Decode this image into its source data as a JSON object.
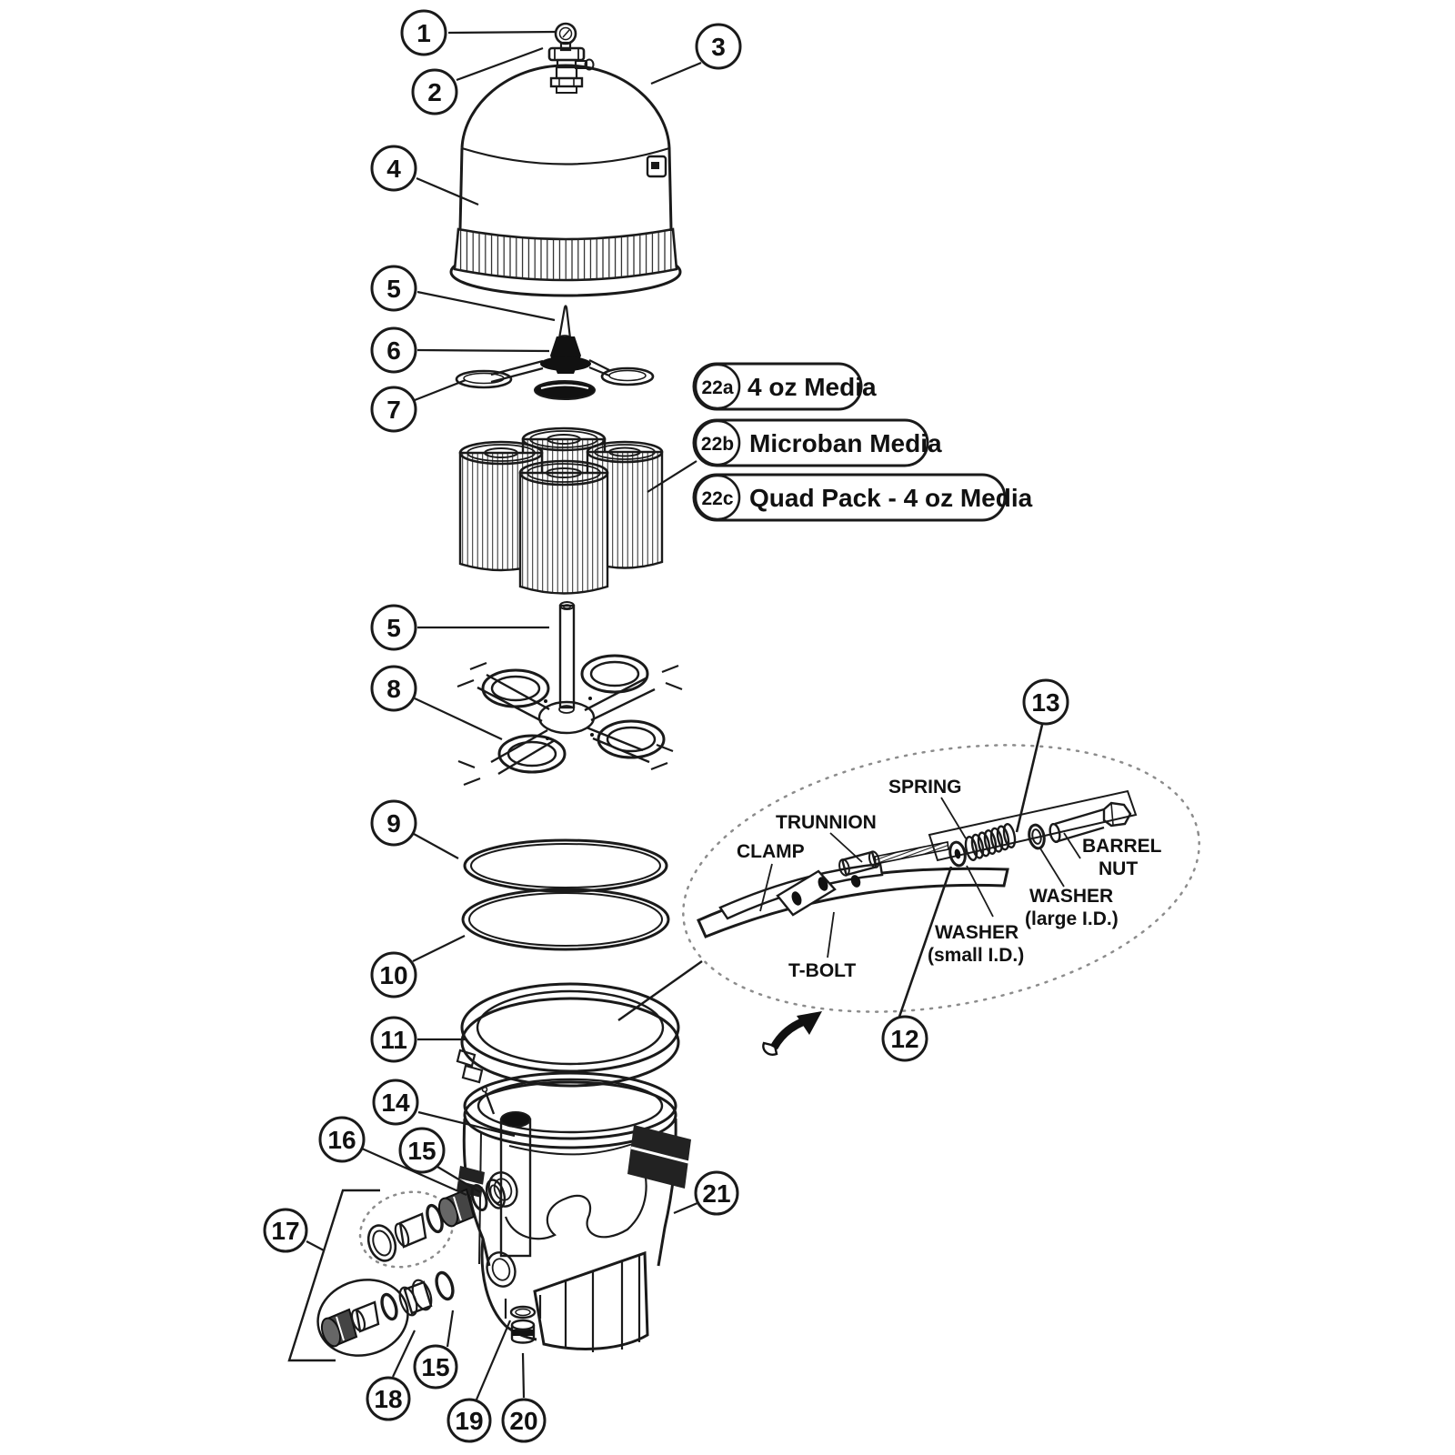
{
  "diagram_type": "exploded-parts-diagram",
  "colors": {
    "ink": "#1a1a1a",
    "dashed": "#8c8c8c",
    "background": "#ffffff"
  },
  "callouts": [
    {
      "num": "1"
    },
    {
      "num": "2"
    },
    {
      "num": "3"
    },
    {
      "num": "4"
    },
    {
      "num": "5"
    },
    {
      "num": "6"
    },
    {
      "num": "7"
    },
    {
      "num": "5"
    },
    {
      "num": "8"
    },
    {
      "num": "9"
    },
    {
      "num": "10"
    },
    {
      "num": "11"
    },
    {
      "num": "12"
    },
    {
      "num": "13"
    },
    {
      "num": "14"
    },
    {
      "num": "15"
    },
    {
      "num": "16"
    },
    {
      "num": "17"
    },
    {
      "num": "15"
    },
    {
      "num": "18"
    },
    {
      "num": "19"
    },
    {
      "num": "20"
    },
    {
      "num": "21"
    }
  ],
  "media_options": [
    {
      "id": "22a",
      "label": "4 oz Media"
    },
    {
      "id": "22b",
      "label": "Microban Media"
    },
    {
      "id": "22c",
      "label": "Quad Pack - 4 oz Media"
    }
  ],
  "clamp_detail": {
    "spring": "SPRING",
    "trunnion": "TRUNNION",
    "clamp": "CLAMP",
    "t_bolt": "T-BOLT",
    "washer_small_line1": "WASHER",
    "washer_small_line2": "(small I.D.)",
    "washer_large_line1": "WASHER",
    "washer_large_line2": "(large I.D.)",
    "barrel_nut_line1": "BARREL",
    "barrel_nut_line2": "NUT"
  }
}
